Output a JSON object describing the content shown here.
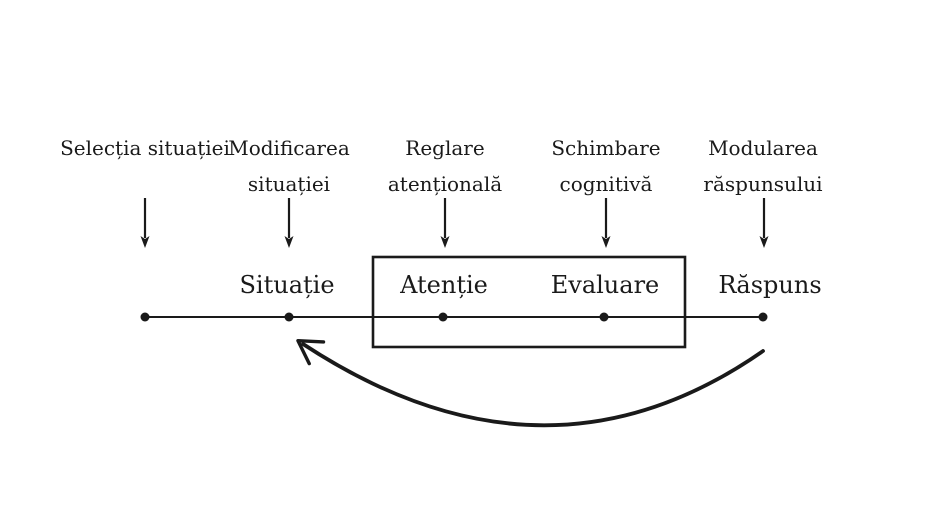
{
  "colors": {
    "ink": "#1a1a1a",
    "background": "#ffffff"
  },
  "diagram": {
    "type": "process-timeline",
    "strategies": [
      {
        "label": "Selecția situației"
      },
      {
        "label": "Modificarea situației"
      },
      {
        "label": "Reglare atențională"
      },
      {
        "label": "Schimbare cognitivă"
      },
      {
        "label": "Modularea răspunsului"
      }
    ],
    "stages": [
      {
        "label": "Situație"
      },
      {
        "label": "Atenție"
      },
      {
        "label": "Evaluare"
      },
      {
        "label": "Răspuns"
      }
    ]
  }
}
